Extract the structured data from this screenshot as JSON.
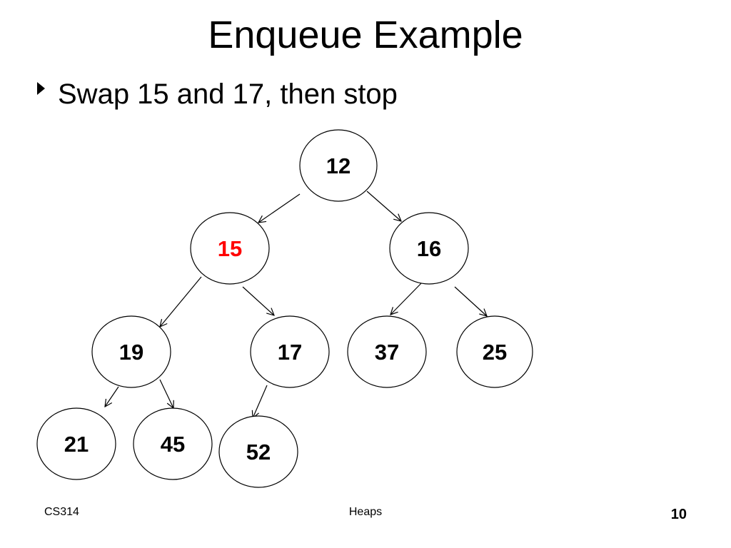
{
  "slide": {
    "title": "Enqueue Example",
    "bullets": [
      "Swap 15 and 17, then stop"
    ]
  },
  "footer": {
    "left": "CS314",
    "center": "Heaps",
    "page_number": "10"
  },
  "colors": {
    "default_text": "#000000",
    "highlight": "#ff0000",
    "background": "#ffffff"
  },
  "tree": {
    "nodes": [
      {
        "id": "n12",
        "label": "12",
        "highlight": false
      },
      {
        "id": "n15",
        "label": "15",
        "highlight": true
      },
      {
        "id": "n16",
        "label": "16",
        "highlight": false
      },
      {
        "id": "n19",
        "label": "19",
        "highlight": false
      },
      {
        "id": "n17",
        "label": "17",
        "highlight": false
      },
      {
        "id": "n37",
        "label": "37",
        "highlight": false
      },
      {
        "id": "n25",
        "label": "25",
        "highlight": false
      },
      {
        "id": "n21",
        "label": "21",
        "highlight": false
      },
      {
        "id": "n45",
        "label": "45",
        "highlight": false
      },
      {
        "id": "n52",
        "label": "52",
        "highlight": false
      }
    ],
    "edges": [
      {
        "from": "n12",
        "to": "n15"
      },
      {
        "from": "n12",
        "to": "n16"
      },
      {
        "from": "n15",
        "to": "n19"
      },
      {
        "from": "n15",
        "to": "n17"
      },
      {
        "from": "n16",
        "to": "n37"
      },
      {
        "from": "n16",
        "to": "n25"
      },
      {
        "from": "n19",
        "to": "n21"
      },
      {
        "from": "n19",
        "to": "n45"
      },
      {
        "from": "n17",
        "to": "n52"
      }
    ]
  }
}
